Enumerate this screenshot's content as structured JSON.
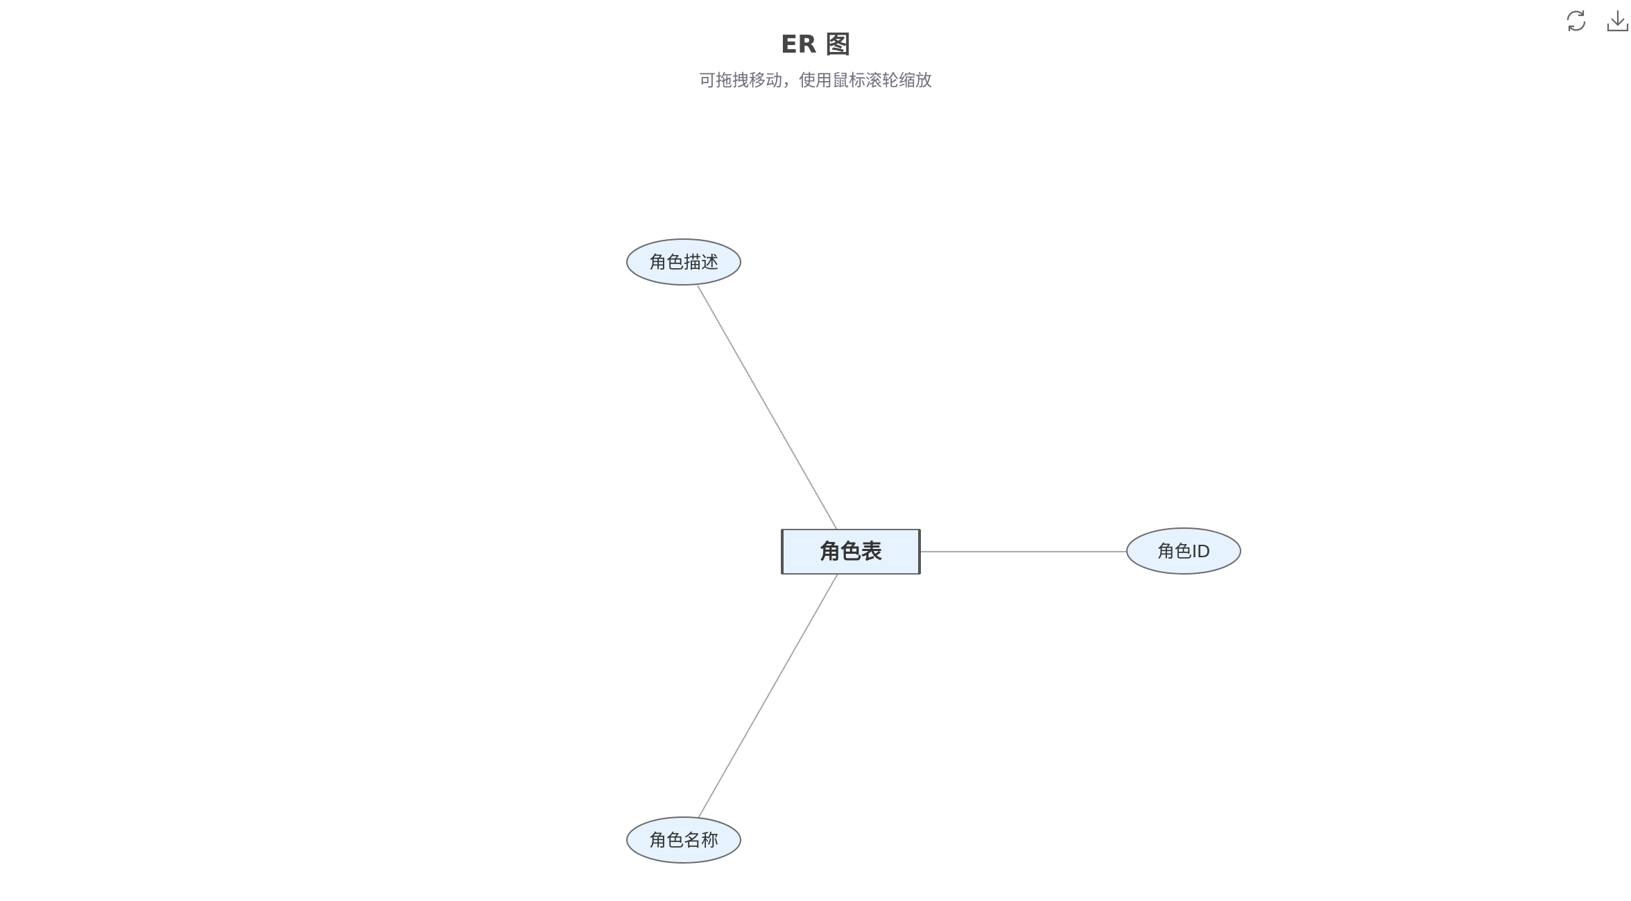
{
  "header": {
    "title": "ER 图",
    "subtitle": "可拖拽移动，使用鼠标滚轮缩放"
  },
  "toolbar": {
    "refresh_icon": "refresh-icon",
    "download_icon": "download-icon"
  },
  "colors": {
    "node_fill": "#e6f2fd",
    "node_stroke": "#6b6b6b",
    "edge": "#aaaaaa",
    "icon": "#666666"
  },
  "diagram": {
    "entity": {
      "id": "role-table",
      "label": "角色表"
    },
    "attributes": [
      {
        "id": "role-desc",
        "label": "角色描述"
      },
      {
        "id": "role-id",
        "label": "角色ID"
      },
      {
        "id": "role-name",
        "label": "角色名称"
      }
    ],
    "edges": [
      {
        "from": "role-table",
        "to": "role-desc"
      },
      {
        "from": "role-table",
        "to": "role-id"
      },
      {
        "from": "role-table",
        "to": "role-name"
      }
    ]
  }
}
